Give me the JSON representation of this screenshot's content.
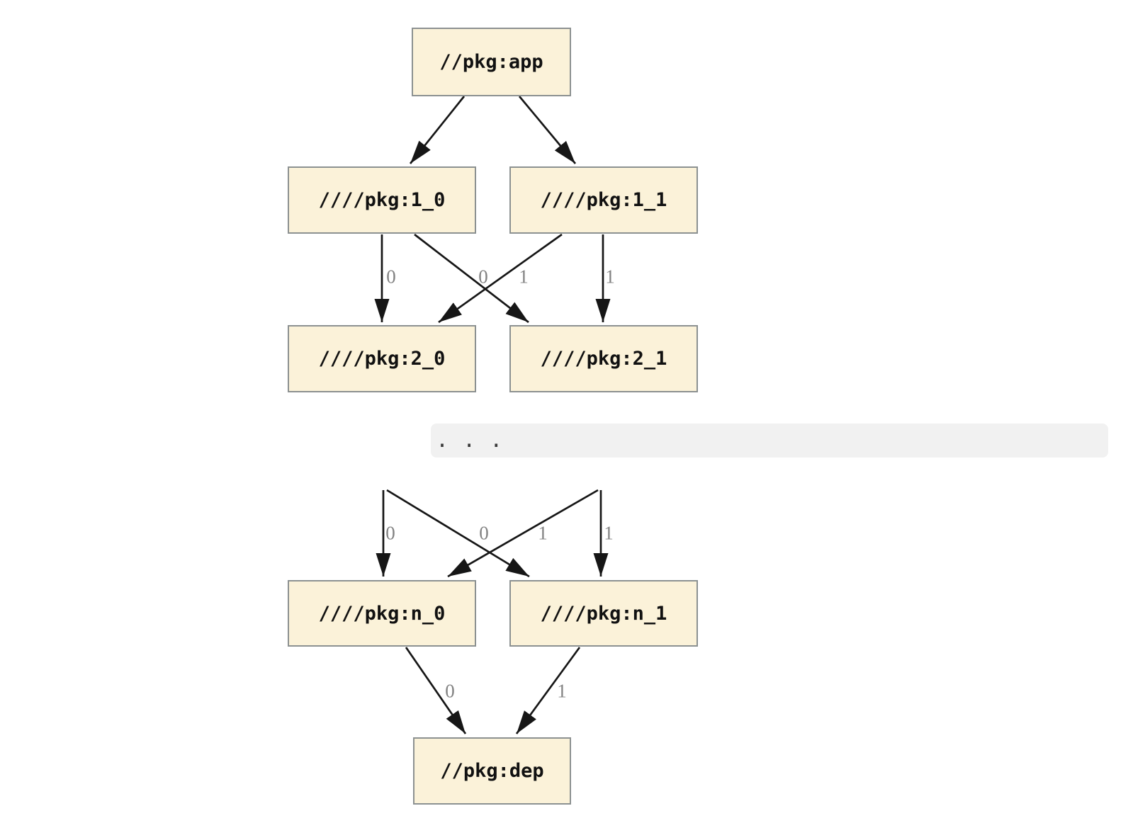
{
  "diagram": {
    "type": "dependency-graph",
    "nodes": {
      "app": {
        "label": "//pkg:app"
      },
      "v1_0": {
        "label": "////pkg:1_0"
      },
      "v1_1": {
        "label": "////pkg:1_1"
      },
      "v2_0": {
        "label": "////pkg:2_0"
      },
      "v2_1": {
        "label": "////pkg:2_1"
      },
      "vn_0": {
        "label": "////pkg:n_0"
      },
      "vn_1": {
        "label": "////pkg:n_1"
      },
      "dep": {
        "label": "//pkg:dep"
      }
    },
    "edges": [
      {
        "from": "//pkg:app",
        "to": "////pkg:1_0",
        "label": ""
      },
      {
        "from": "//pkg:app",
        "to": "////pkg:1_1",
        "label": ""
      },
      {
        "from": "////pkg:1_0",
        "to": "////pkg:2_0",
        "label": "0"
      },
      {
        "from": "////pkg:1_0",
        "to": "////pkg:2_1",
        "label": "0"
      },
      {
        "from": "////pkg:1_1",
        "to": "////pkg:2_0",
        "label": "1"
      },
      {
        "from": "////pkg:1_1",
        "to": "////pkg:2_1",
        "label": "1"
      },
      {
        "from": "…",
        "to": "////pkg:n_0",
        "label": "0"
      },
      {
        "from": "…",
        "to": "////pkg:n_1",
        "label": "0"
      },
      {
        "from": "…",
        "to": "////pkg:n_0",
        "label": "1"
      },
      {
        "from": "…",
        "to": "////pkg:n_1",
        "label": "1"
      },
      {
        "from": "////pkg:n_0",
        "to": "//pkg:dep",
        "label": "0"
      },
      {
        "from": "////pkg:n_1",
        "to": "//pkg:dep",
        "label": "1"
      }
    ],
    "separator": {
      "dots": ". . ."
    },
    "colors": {
      "node_fill": "#fbf2d9",
      "node_border": "#8c9191",
      "edge": "#161616",
      "edge_label": "#828282",
      "separator_bg": "#f1f1f1",
      "background": "#ffffff"
    }
  }
}
